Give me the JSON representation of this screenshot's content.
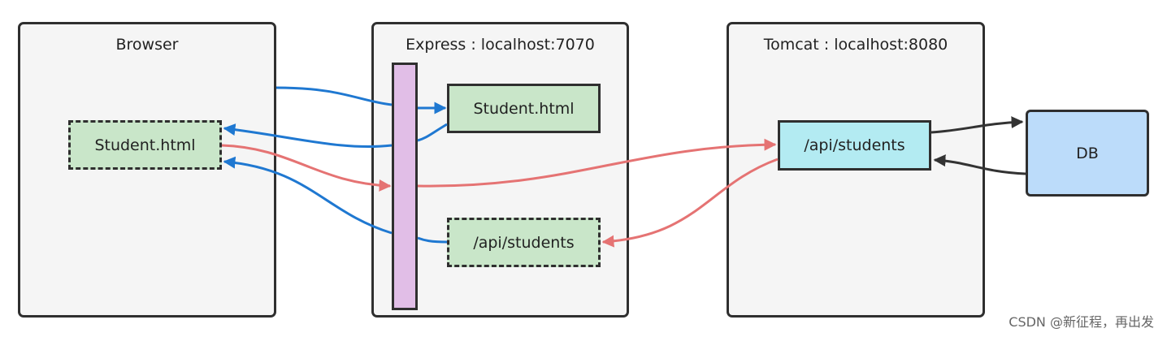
{
  "panels": {
    "browser": {
      "title": "Browser"
    },
    "express": {
      "title": "Express : localhost:7070"
    },
    "tomcat": {
      "title": "Tomcat : localhost:8080"
    }
  },
  "nodes": {
    "browser_student_html": "Student.html",
    "express_student_html": "Student.html",
    "express_api_students": "/api/students",
    "tomcat_api_students": "/api/students",
    "db": "DB"
  },
  "colors": {
    "blue_edge": "#1f78d1",
    "red_edge": "#e57373",
    "dark_edge": "#333333",
    "green_fill": "#c9e6c9",
    "cyan_fill": "#b3ebf2",
    "db_fill": "#bcdcfa",
    "proxy_bar": "#e1bee7",
    "panel_fill": "#f5f5f5"
  },
  "watermark": "CSDN @新征程，再出发"
}
